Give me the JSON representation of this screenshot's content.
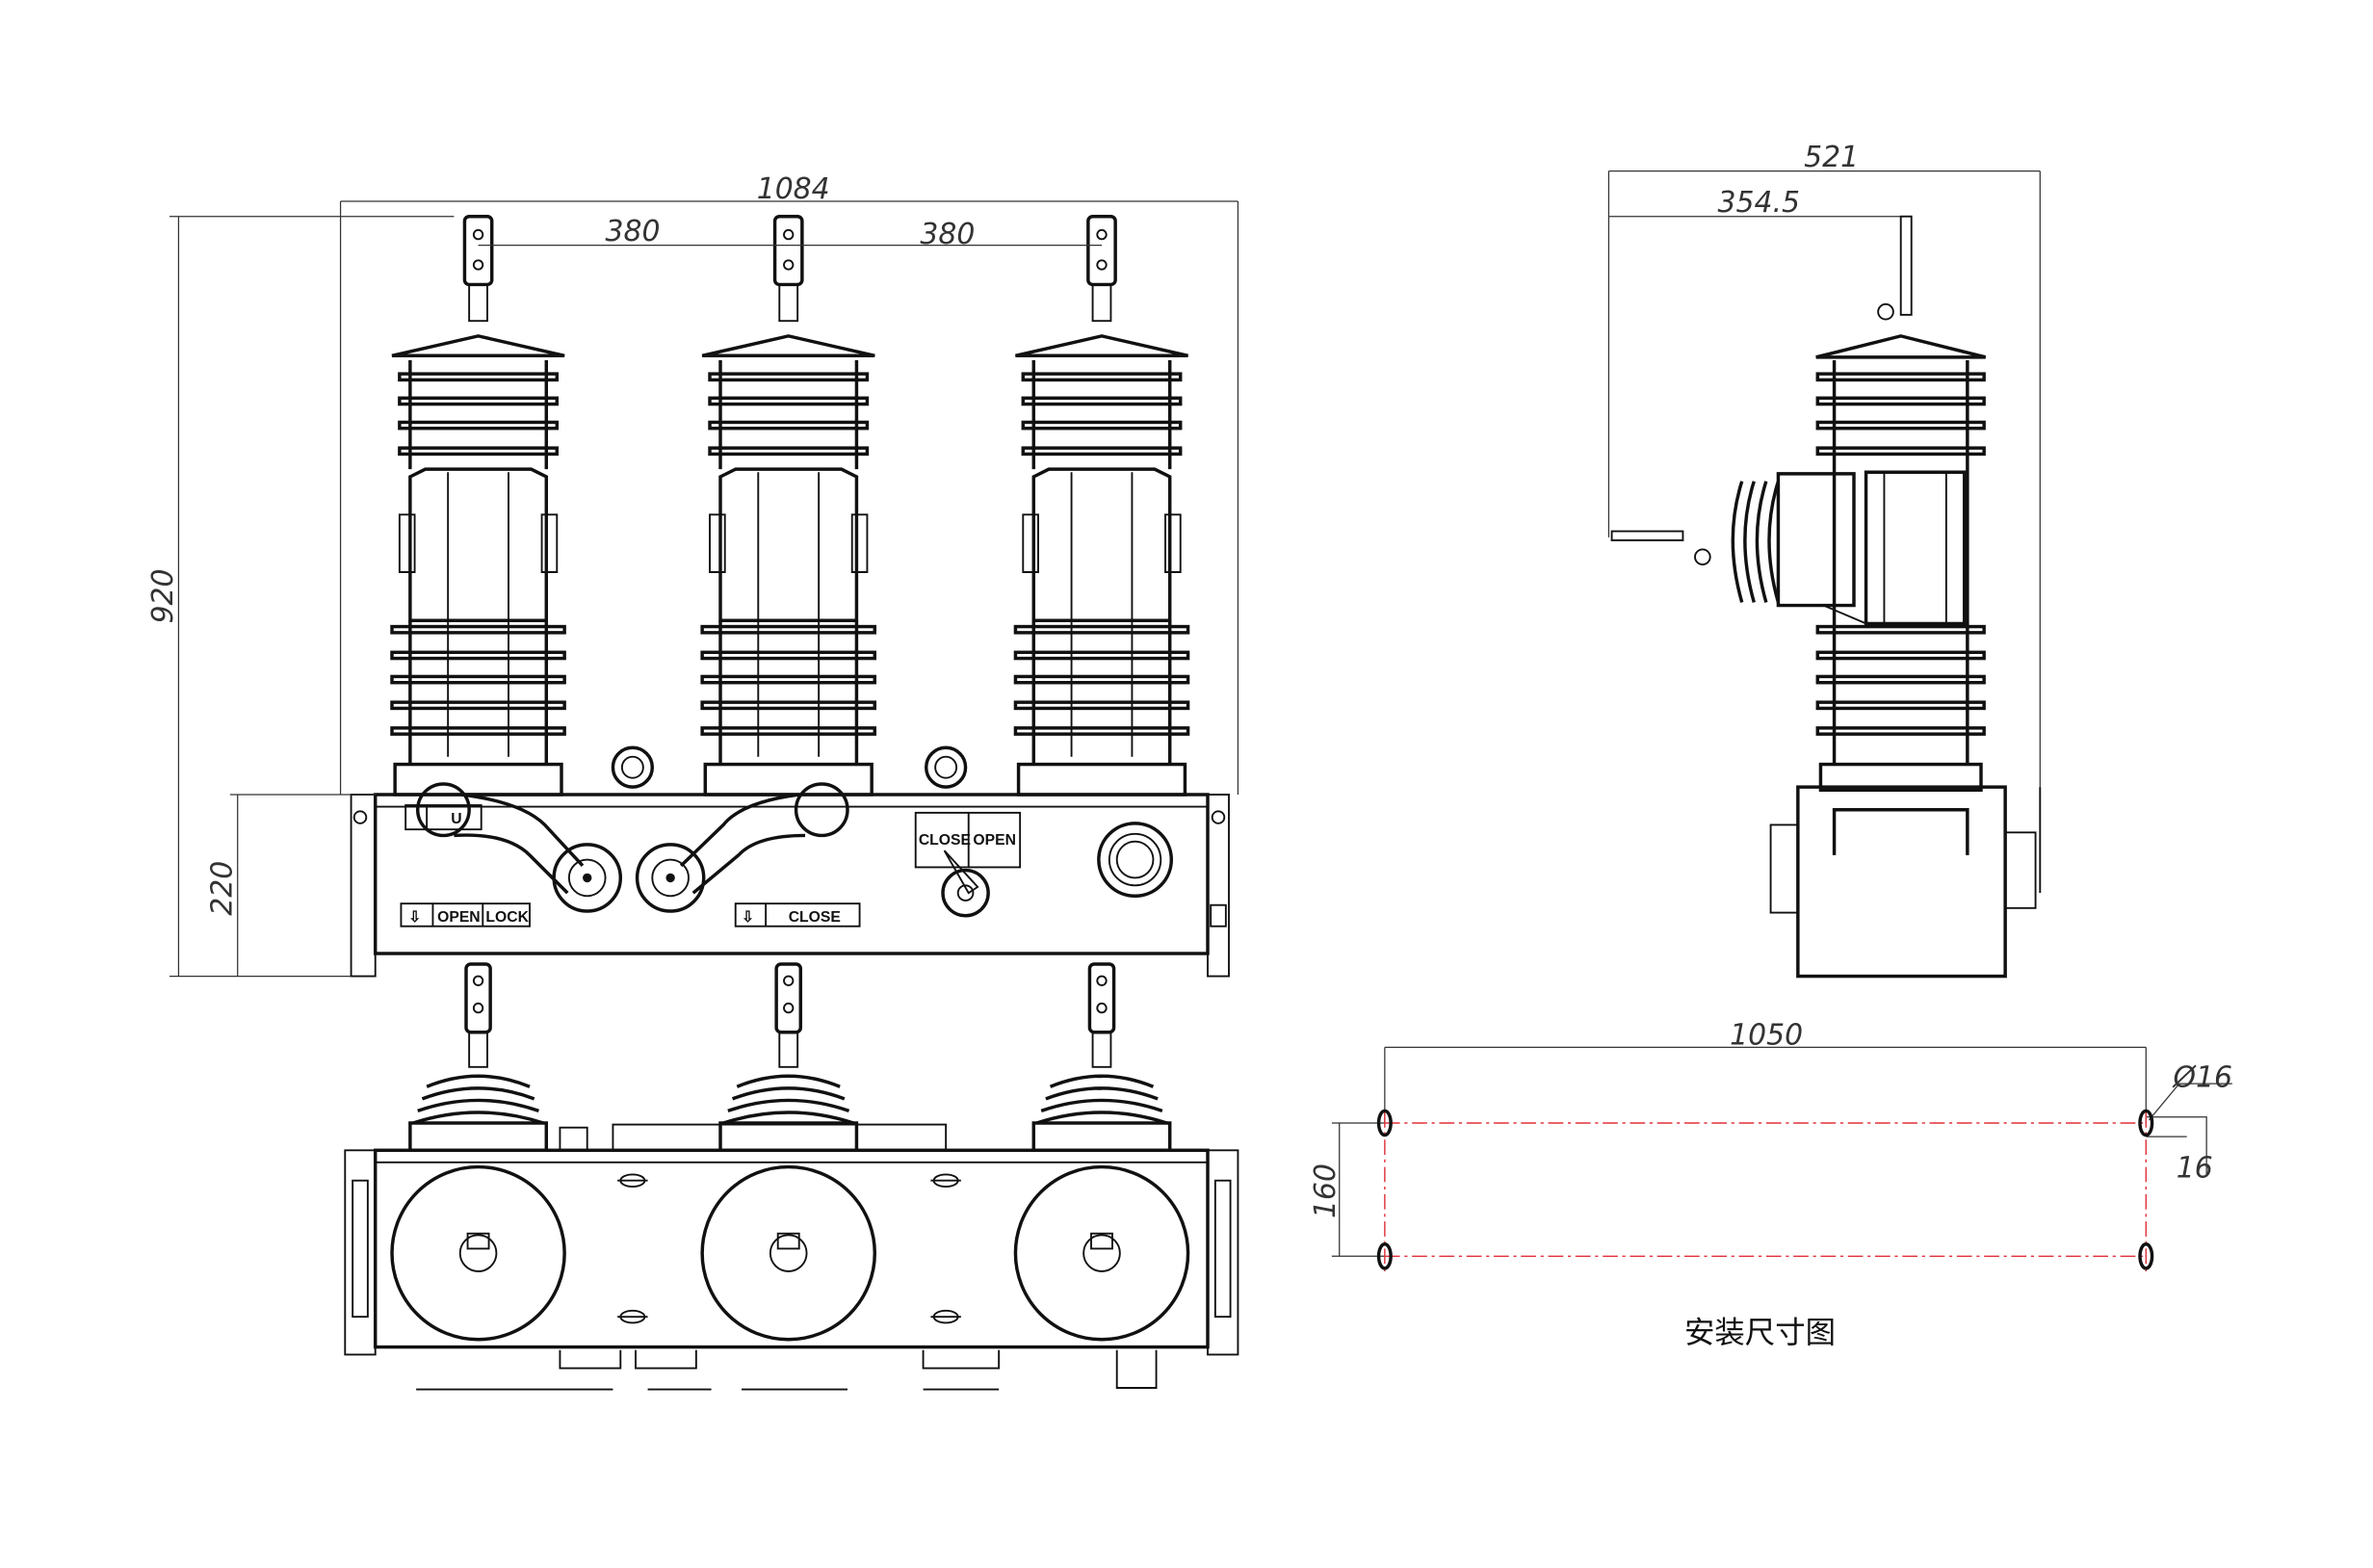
{
  "title": "安装尺寸图",
  "front_view": {
    "dims": {
      "overall_width": "1084",
      "pole_spacing_left": "380",
      "pole_spacing_right": "380",
      "overall_height": "920",
      "box_height": "220"
    },
    "labels": {
      "upper_left_partial": "U",
      "open": "OPEN",
      "lock": "LOCK",
      "close": "CLOSE",
      "plate_close": "CLOSE",
      "plate_open": "OPEN"
    }
  },
  "side_view": {
    "dims": {
      "depth": "521",
      "terminal_offset": "354.5"
    }
  },
  "mounting_plan": {
    "dims": {
      "hole_spacing_x": "1050",
      "hole_spacing_y": "160",
      "hole_diameter": "Ø16",
      "slot_length": "16"
    }
  },
  "colors": {
    "line": "#111111",
    "centerline": "#e0303a"
  }
}
